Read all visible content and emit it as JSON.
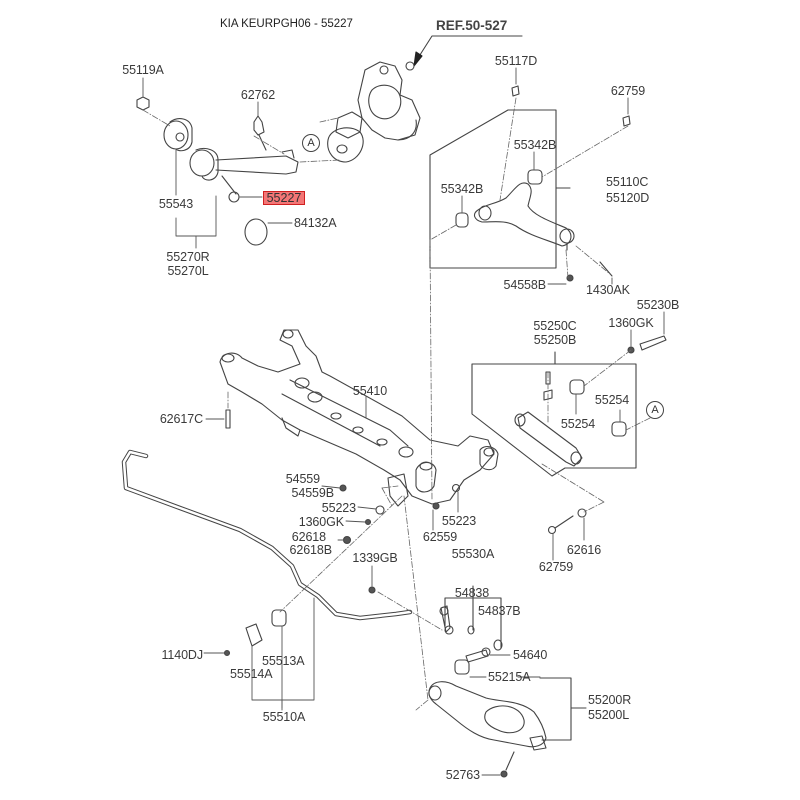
{
  "header": {
    "title": "KIA KEURPGH06 - 55227",
    "ref_label": "REF.50-527"
  },
  "highlight": {
    "part": "55227",
    "color": "#f05050",
    "border_color": "#d02020"
  },
  "callouts": {
    "a_top": "A",
    "a_right": "A"
  },
  "labels": {
    "p55119A": "55119A",
    "p62762": "62762",
    "p55543": "55543",
    "p84132A": "84132A",
    "p55270R": "55270R",
    "p55270L": "55270L",
    "p55117D": "55117D",
    "p62759_top": "62759",
    "p55342B_top": "55342B",
    "p55342B_left": "55342B",
    "p55110C": "55110C",
    "p55120D": "55120D",
    "p54558B": "54558B",
    "p1430AK": "1430AK",
    "p55230B": "55230B",
    "p1360GK_right": "1360GK",
    "p55250C": "55250C",
    "p55250B": "55250B",
    "p55254_right": "55254",
    "p55254_left": "55254",
    "p55410": "55410",
    "p62617C": "62617C",
    "p54559": "54559",
    "p54559B": "54559B",
    "p55223_left": "55223",
    "p1360GK_left": "1360GK",
    "p62618": "62618",
    "p62618B": "62618B",
    "p55223_right": "55223",
    "p62559": "62559",
    "p62616": "62616",
    "p62759_mid": "62759",
    "p1339GB": "1339GB",
    "p55530A": "55530A",
    "p54838": "54838",
    "p54837B": "54837B",
    "p1140DJ": "1140DJ",
    "p55513A": "55513A",
    "p55514A": "55514A",
    "p55510A": "55510A",
    "p54640": "54640",
    "p55215A": "55215A",
    "p55200R": "55200R",
    "p55200L": "55200L",
    "p52763": "52763"
  }
}
